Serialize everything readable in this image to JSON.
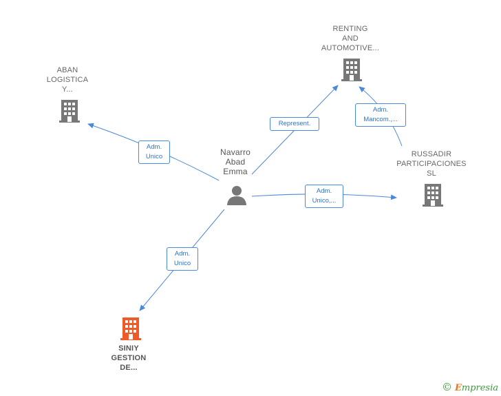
{
  "nodes": {
    "center": {
      "lines": [
        "Navarro",
        "Abad",
        "Emma"
      ]
    },
    "aban": {
      "lines": [
        "ABAN",
        "LOGISTICA",
        "Y..."
      ]
    },
    "renting": {
      "lines": [
        "RENTING",
        "AND",
        "AUTOMOTIVE..."
      ]
    },
    "russadir": {
      "lines": [
        "RUSSADIR",
        "PARTICIPACIONES",
        "SL"
      ]
    },
    "siniy": {
      "lines": [
        "SINIY",
        "GESTION",
        "DE..."
      ]
    }
  },
  "edges": {
    "aban": {
      "lines": [
        "Adm.",
        "Unico"
      ]
    },
    "renting": {
      "lines": [
        "Represent."
      ]
    },
    "russadir": {
      "lines": [
        "Adm.",
        "Unico,..."
      ]
    },
    "russadir_renting": {
      "lines": [
        "Adm.",
        "Mancom.,..."
      ]
    },
    "siniy": {
      "lines": [
        "Adm.",
        "Unico"
      ]
    }
  },
  "colors": {
    "edge": "#4a88d9",
    "building": "#777777",
    "building_focus": "#f05a28",
    "person": "#777777"
  },
  "footer": {
    "copyright": "©",
    "brand_initial": "E",
    "brand_rest": "mpresia"
  }
}
